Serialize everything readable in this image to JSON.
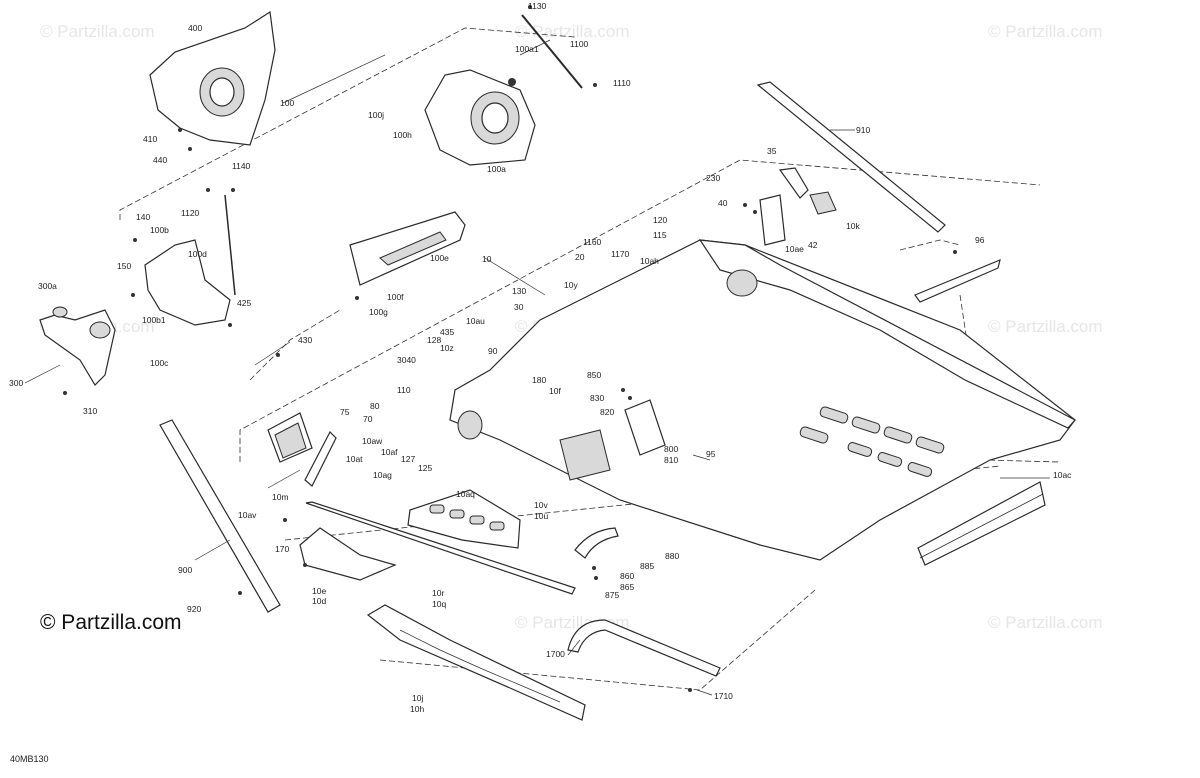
{
  "watermark": "© Partzilla.com",
  "brand": "© Partzilla.com",
  "drawing_code": "40MB130",
  "labels": {
    "l1130": "1130",
    "l100a1": "100a1",
    "l1100": "1100",
    "l1110": "1110",
    "l400": "400",
    "l100": "100",
    "l410": "410",
    "l440": "440",
    "l100j": "100j",
    "l100h": "100h",
    "l100a": "100a",
    "l910": "910",
    "l35": "35",
    "l230": "230",
    "l40": "40",
    "l10k": "10k",
    "l42": "42",
    "l10ae": "10ae",
    "l96": "96",
    "l1140": "1140",
    "l1120": "1120",
    "l140": "140",
    "l100b": "100b",
    "l100d": "100d",
    "l150": "150",
    "l300a": "300a",
    "l425": "425",
    "l100b1": "100b1",
    "l100c": "100c",
    "l430": "430",
    "l300": "300",
    "l310": "310",
    "l100e": "100e",
    "l100f": "100f",
    "l100g": "100g",
    "l10": "10",
    "l120": "120",
    "l115": "115",
    "l1160": "1160",
    "l1170": "1170",
    "l20": "20",
    "l10ah": "10ah",
    "l130": "130",
    "l10y": "10y",
    "l30": "30",
    "l10au": "10au",
    "l435": "435",
    "l128": "128",
    "l10z": "10z",
    "l3040": "3040",
    "l90": "90",
    "l180": "180",
    "l110": "110",
    "l850": "850",
    "l10f": "10f",
    "l830": "830",
    "l820": "820",
    "l80": "80",
    "l75": "75",
    "l70": "70",
    "l10aw": "10aw",
    "l10af": "10af",
    "l127": "127",
    "l125": "125",
    "l10ag": "10ag",
    "l10at": "10at",
    "l800": "800",
    "l810": "810",
    "l95": "95",
    "l10m": "10m",
    "l10aq": "10aq",
    "l10ac": "10ac",
    "l10av": "10av",
    "l10v": "10v",
    "l10u": "10u",
    "l900": "900",
    "l170": "170",
    "l880": "880",
    "l885": "885",
    "l860": "860",
    "l865": "865",
    "l875": "875",
    "l10e": "10e",
    "l10d": "10d",
    "l10r": "10r",
    "l10q": "10q",
    "l920": "920",
    "l1700": "1700",
    "l10j": "10j",
    "l10h": "10h",
    "l1710": "1710"
  }
}
